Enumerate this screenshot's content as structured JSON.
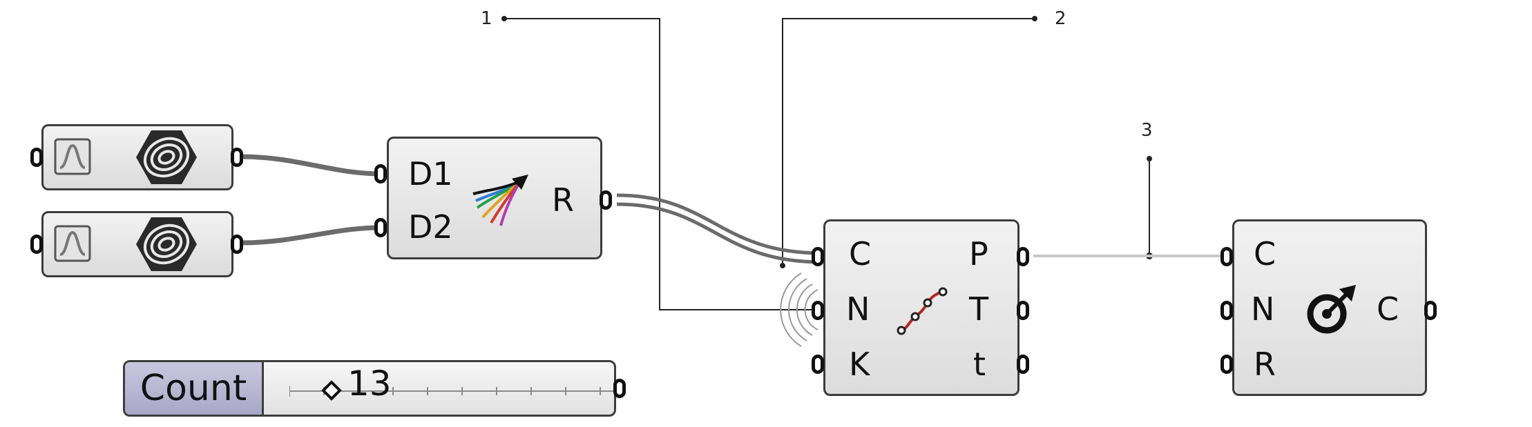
{
  "annotations": {
    "one": "1",
    "two": "2",
    "three": "3"
  },
  "components": {
    "domain_1": {
      "icon": "domain-spiral-icon"
    },
    "domain_2": {
      "icon": "domain-spiral-icon"
    },
    "divide_domain": {
      "inputs": [
        "D1",
        "D2"
      ],
      "output": "R",
      "icon": "colorful-arrows-icon"
    },
    "divide_curve": {
      "inputs": [
        "C",
        "N",
        "K"
      ],
      "outputs": [
        "P",
        "T",
        "t"
      ],
      "icon": "divide-curve-icon"
    },
    "circle_cnr": {
      "inputs": [
        "C",
        "N",
        "R"
      ],
      "output": "C",
      "icon": "circle-target-icon"
    },
    "count_slider": {
      "label": "Count",
      "value": "13"
    }
  },
  "colors": {
    "wire_dark": "#6b6b6b",
    "wire_light": "#c8c8c8",
    "component_border": "#3c3c3c",
    "slider_label": "#aba9c9"
  }
}
